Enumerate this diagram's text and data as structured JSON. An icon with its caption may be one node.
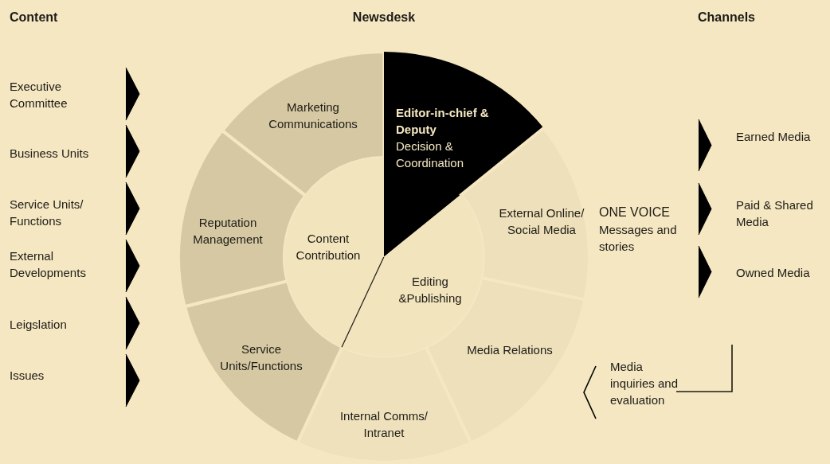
{
  "diagram": {
    "nodes": [
      {
        "text": [
          "Executive Committee"
        ]
      },
      {
        "text": [
          "Business Units"
        ]
      },
      {
        "text": [
          "Service Units/ Functions"
        ]
      },
      {
        "text": [
          "External Developments"
        ]
      },
      {
        "text": [
          "Leigslation"
        ]
      },
      {
        "text": [
          "Issues"
        ]
      },
      {
        "text": [
          "Marketing Communications"
        ]
      },
      {
        "text": [
          "Editor-in-chief & Deputy",
          "Decision & Coordination"
        ]
      },
      {
        "text": [
          "External Online/ Social Media"
        ]
      },
      {
        "text": [
          "Media Relations"
        ]
      },
      {
        "text": [
          "Internal Comms/ Intranet"
        ]
      },
      {
        "text": [
          "Service Units/Functions"
        ]
      },
      {
        "text": [
          "Reputation Management"
        ]
      },
      {
        "text": [
          "Content Contribution"
        ]
      },
      {
        "text": [
          "Editing &Publishing"
        ]
      },
      {
        "text": [
          "ONE VOICE",
          "Messages and stories"
        ]
      },
      {
        "text": [
          "Earned Media"
        ]
      },
      {
        "text": [
          "Paid & Shared Media"
        ]
      },
      {
        "text": [
          "Owned Media"
        ]
      },
      {
        "text": [
          "Media inquiries and evaluation"
        ]
      }
    ],
    "labels": [
      "Content",
      "Newsdesk",
      "Channels"
    ]
  }
}
